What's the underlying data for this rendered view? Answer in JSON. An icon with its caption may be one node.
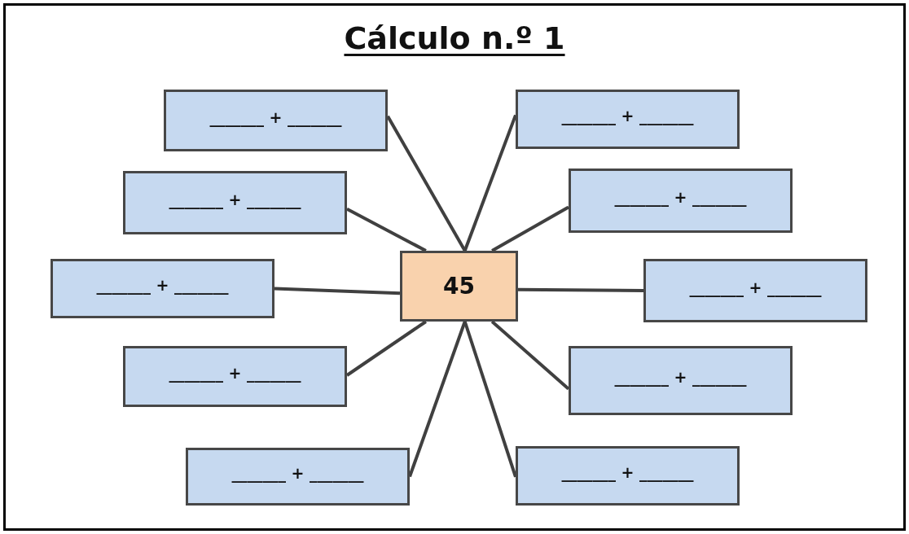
{
  "diagram": {
    "title": "Cálculo n.º 1",
    "nodes": [
      {
        "text": [
          "_______ + _______"
        ]
      },
      {
        "text": [
          "_______ + _______"
        ]
      },
      {
        "text": [
          "_______ + _______"
        ]
      },
      {
        "text": [
          "_______ + _______"
        ]
      },
      {
        "text": [
          "_______ + _______"
        ]
      },
      {
        "text": [
          "45"
        ]
      },
      {
        "text": [
          "_______ + _______"
        ]
      },
      {
        "text": [
          "_______ + _______"
        ]
      },
      {
        "text": [
          "_______ + _______"
        ]
      },
      {
        "text": [
          "_______ + _______"
        ]
      },
      {
        "text": [
          "_______ + _______"
        ]
      }
    ],
    "edges": [
      {
        "from": 5,
        "to": 0,
        "arrow": "none"
      },
      {
        "from": 5,
        "to": 1,
        "arrow": "none"
      },
      {
        "from": 5,
        "to": 2,
        "arrow": "none"
      },
      {
        "from": 5,
        "to": 3,
        "arrow": "none"
      },
      {
        "from": 5,
        "to": 4,
        "arrow": "none"
      },
      {
        "from": 5,
        "to": 6,
        "arrow": "none"
      },
      {
        "from": 5,
        "to": 7,
        "arrow": "none"
      },
      {
        "from": 5,
        "to": 8,
        "arrow": "none"
      },
      {
        "from": 5,
        "to": 9,
        "arrow": "none"
      },
      {
        "from": 5,
        "to": 10,
        "arrow": "none"
      }
    ]
  }
}
